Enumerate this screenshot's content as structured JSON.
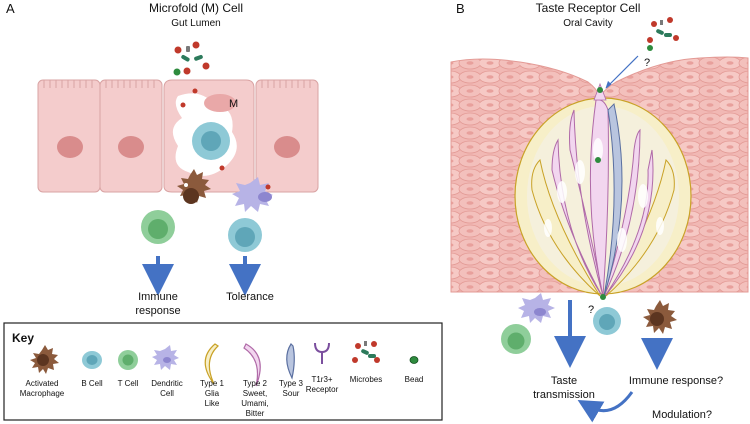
{
  "panel_a": {
    "letter": "A",
    "title": "Microfold (M) Cell",
    "subtitle": "Gut Lumen",
    "m_label": "M",
    "outcome_left": [
      "Immune",
      "response"
    ],
    "outcome_right": "Tolerance"
  },
  "panel_b": {
    "letter": "B",
    "title": "Taste Receptor Cell",
    "subtitle": "Oral Cavity",
    "question_top": "?",
    "question_bottom": "?",
    "taste_transmission": [
      "Taste",
      "transmission"
    ],
    "immune_response": "Immune response?",
    "modulation": "Modulation?"
  },
  "key": {
    "title": "Key",
    "items": [
      {
        "icon": "activated-macrophage-icon",
        "label": [
          "Activated",
          "Macrophage"
        ]
      },
      {
        "icon": "b-cell-icon",
        "label": [
          "B Cell"
        ]
      },
      {
        "icon": "t-cell-icon",
        "label": [
          "T Cell"
        ]
      },
      {
        "icon": "dendritic-cell-icon",
        "label": [
          "Dendritic",
          "Cell"
        ]
      },
      {
        "icon": "type1-glia-icon",
        "label": [
          "Type 1",
          "Glia",
          "Like"
        ]
      },
      {
        "icon": "type2-cell-icon",
        "label": [
          "Type 2",
          "Sweet,",
          "Umami,",
          "Bitter"
        ]
      },
      {
        "icon": "type3-cell-icon",
        "label": [
          "Type 3",
          "Sour"
        ]
      },
      {
        "icon": "t1r3-receptor-icon",
        "label": [
          "T1r3+",
          "Receptor"
        ]
      },
      {
        "icon": "microbes-icon",
        "label": [
          "Microbes"
        ]
      },
      {
        "icon": "bead-icon",
        "label": [
          "Bead"
        ]
      }
    ]
  },
  "colors": {
    "arrow": "#4472c4",
    "epithelium": "#f4cccc",
    "nucleus": "#d98c8c",
    "b_cell": "#8ec9d6",
    "t_cell": "#8fce9a",
    "dendritic": "#b7b3e6",
    "macrophage": "#8b5a3c",
    "type1": "#f7efc8",
    "type2": "#f2d6ef",
    "type3": "#b9c5df",
    "bead": "#2e8b3e"
  }
}
